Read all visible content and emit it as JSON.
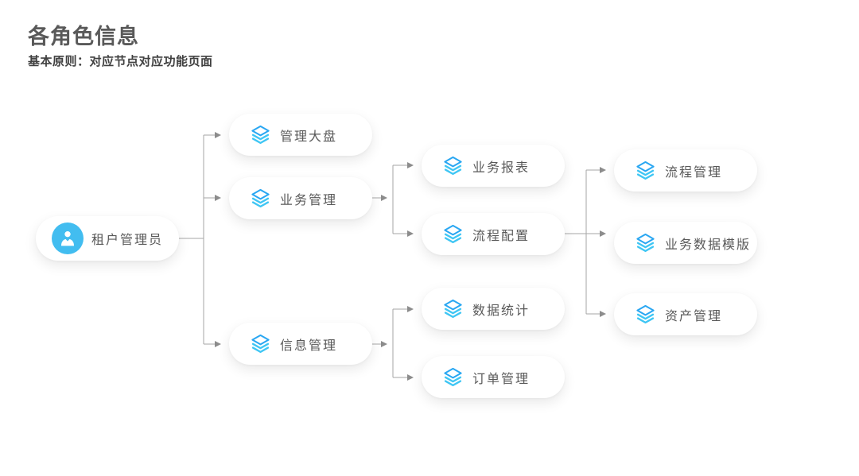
{
  "page": {
    "title": "各角色信息",
    "subtitle": "基本原则：对应节点对应功能页面"
  },
  "colors": {
    "title_text": "#595959",
    "node_text": "#595959",
    "avatar_circle_blue": "#42bdf0",
    "layers_icon_blue": "#2aa7f2",
    "layers_icon_cyan": "#3fc6f4",
    "connector_gray": "#a6a6a6",
    "arrowhead_gray": "#8c8c8c",
    "node_background": "#ffffff"
  },
  "tree": {
    "root": {
      "label": "租户管理员",
      "icon": "user-icon"
    },
    "level2": [
      {
        "label": "管理大盘",
        "icon": "layers-icon"
      },
      {
        "label": "业务管理",
        "icon": "layers-icon"
      },
      {
        "label": "信息管理",
        "icon": "layers-icon"
      }
    ],
    "level3": [
      {
        "label": "业务报表",
        "icon": "layers-icon"
      },
      {
        "label": "流程配置",
        "icon": "layers-icon"
      },
      {
        "label": "数据统计",
        "icon": "layers-icon"
      },
      {
        "label": "订单管理",
        "icon": "layers-icon"
      }
    ],
    "level4": [
      {
        "label": "流程管理",
        "icon": "layers-icon"
      },
      {
        "label": "业务数据模版",
        "icon": "layers-icon"
      },
      {
        "label": "资产管理",
        "icon": "layers-icon"
      }
    ],
    "edges": [
      {
        "from": "租户管理员",
        "to": "管理大盘"
      },
      {
        "from": "租户管理员",
        "to": "业务管理"
      },
      {
        "from": "租户管理员",
        "to": "信息管理"
      },
      {
        "from": "业务管理",
        "to": "业务报表"
      },
      {
        "from": "业务管理",
        "to": "流程配置"
      },
      {
        "from": "信息管理",
        "to": "数据统计"
      },
      {
        "from": "信息管理",
        "to": "订单管理"
      },
      {
        "from": "流程配置",
        "to": "流程管理"
      },
      {
        "from": "流程配置",
        "to": "业务数据模版"
      },
      {
        "from": "流程配置",
        "to": "资产管理"
      }
    ]
  }
}
